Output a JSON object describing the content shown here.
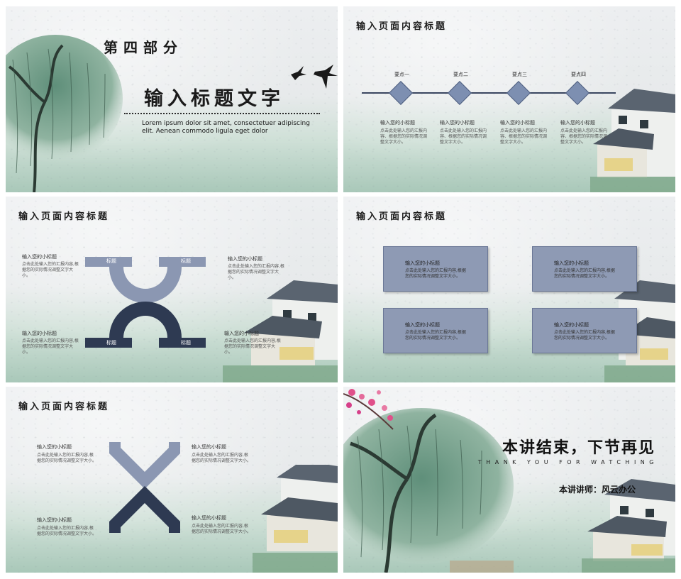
{
  "slide1": {
    "part": "第四部分",
    "title": "输入标题文字",
    "lorem": "Lorem ipsum dolor sit amet, consectetuer adipiscing elit. Aenean commodo ligula eget dolor"
  },
  "slide2": {
    "title": "输入页面内容标题",
    "points": [
      {
        "label": "要点一",
        "sub": "输入您的小标题",
        "desc": "点击此处输入您的汇报内容、根据您的实际情况调整文字大小。"
      },
      {
        "label": "要点二",
        "sub": "输入您的小标题",
        "desc": "点击此处输入您的汇报内容、根据您的实际情况调整文字大小。"
      },
      {
        "label": "要点三",
        "sub": "输入您的小标题",
        "desc": "点击此处输入您的汇报内容、根据您的实际情况调整文字大小。"
      },
      {
        "label": "要点四",
        "sub": "输入您的小标题",
        "desc": "点击此处输入您的汇报内容、根据您的实际情况调整文字大小。"
      }
    ]
  },
  "slide3": {
    "title": "输入页面内容标题",
    "labels": [
      "标题",
      "标题",
      "标题",
      "标题"
    ],
    "items": [
      {
        "sub": "输入您的小标题",
        "desc": "点击此处输入您的汇报内容,根据您的实际情况调整文字大小。"
      },
      {
        "sub": "输入您的小标题",
        "desc": "点击此处输入您的汇报内容,根据您的实际情况调整文字大小。"
      },
      {
        "sub": "输入您的小标题",
        "desc": "点击此处输入您的汇报内容,根据您的实际情况调整文字大小。"
      },
      {
        "sub": "输入您的小标题",
        "desc": "点击此处输入您的汇报内容,根据您的实际情况调整文字大小。"
      }
    ]
  },
  "slide4": {
    "title": "输入页面内容标题",
    "boxes": [
      {
        "sub": "输入您的小标题",
        "desc": "点击此处输入您的汇报内容,根据您的实际情况调整文字大小。"
      },
      {
        "sub": "输入您的小标题",
        "desc": "点击此处输入您的汇报内容,根据您的实际情况调整文字大小。"
      },
      {
        "sub": "输入您的小标题",
        "desc": "点击此处输入您的汇报内容,根据您的实际情况调整文字大小。"
      },
      {
        "sub": "输入您的小标题",
        "desc": "点击此处输入您的汇报内容,根据您的实际情况调整文字大小。"
      }
    ]
  },
  "slide5": {
    "title": "输入页面内容标题",
    "items": [
      {
        "sub": "输入您的小标题",
        "desc": "点击此处输入您的汇报内容,根据您的实际情况调整文字大小。"
      },
      {
        "sub": "输入您的小标题",
        "desc": "点击此处输入您的汇报内容,根据您的实际情况调整文字大小。"
      },
      {
        "sub": "输入您的小标题",
        "desc": "点击此处输入您的汇报内容,根据您的实际情况调整文字大小。"
      },
      {
        "sub": "输入您的小标题",
        "desc": "点击此处输入您的汇报内容,根据您的实际情况调整文字大小。"
      }
    ]
  },
  "slide6": {
    "title": "本讲结束，下节再见",
    "subtitle": "THANK YOU FOR WATCHING",
    "lecturer": "本讲讲师：风云办公"
  },
  "colors": {
    "arch_light": "#8b97b2",
    "arch_dark": "#2e3a52",
    "box": "#8e9ab4",
    "diamond": "#7d8fb1",
    "wash_green": "#a9c8b9"
  },
  "icons": [
    "willow-tree-illustration",
    "swallow-icon",
    "village-house-illustration",
    "plum-blossom-illustration"
  ]
}
